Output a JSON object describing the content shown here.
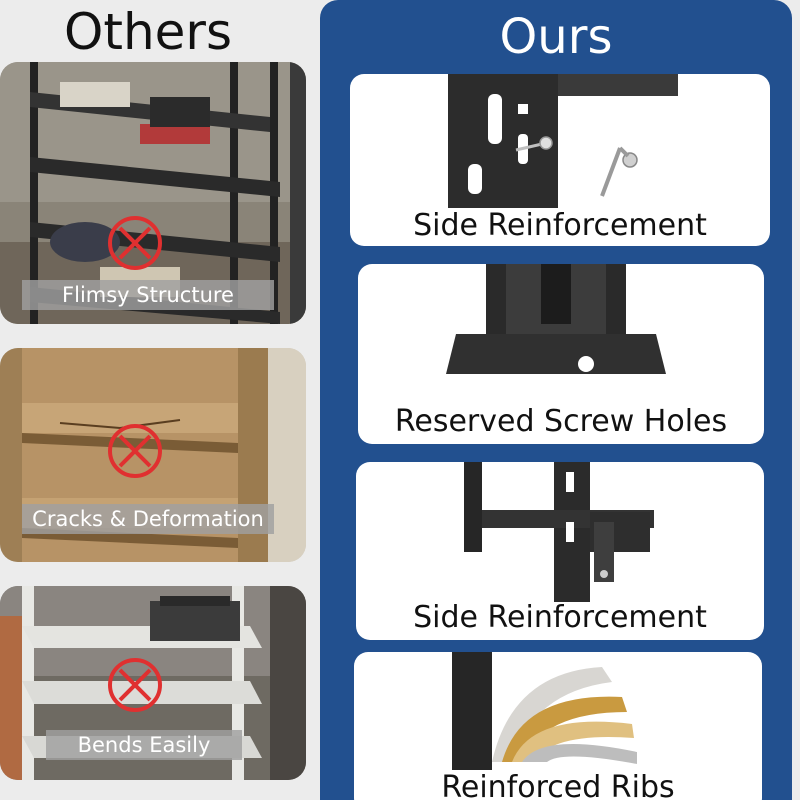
{
  "left": {
    "title": "Others",
    "items": [
      {
        "caption": "Flimsy Structure"
      },
      {
        "caption": "Cracks & Deformation"
      },
      {
        "caption": "Bends Easily"
      }
    ]
  },
  "right": {
    "title": "Ours",
    "cards": [
      {
        "label": "Side Reinforcement"
      },
      {
        "label": "Reserved Screw Holes"
      },
      {
        "label": "Side Reinforcement"
      },
      {
        "label": "Reinforced Ribs"
      }
    ]
  },
  "colors": {
    "panel_blue": "#22508f",
    "cross_red": "#e03030",
    "caption_gray": "#a0a0a0"
  },
  "icons": [
    "x-circle-icon",
    "screw-icon",
    "hex-key-icon"
  ]
}
